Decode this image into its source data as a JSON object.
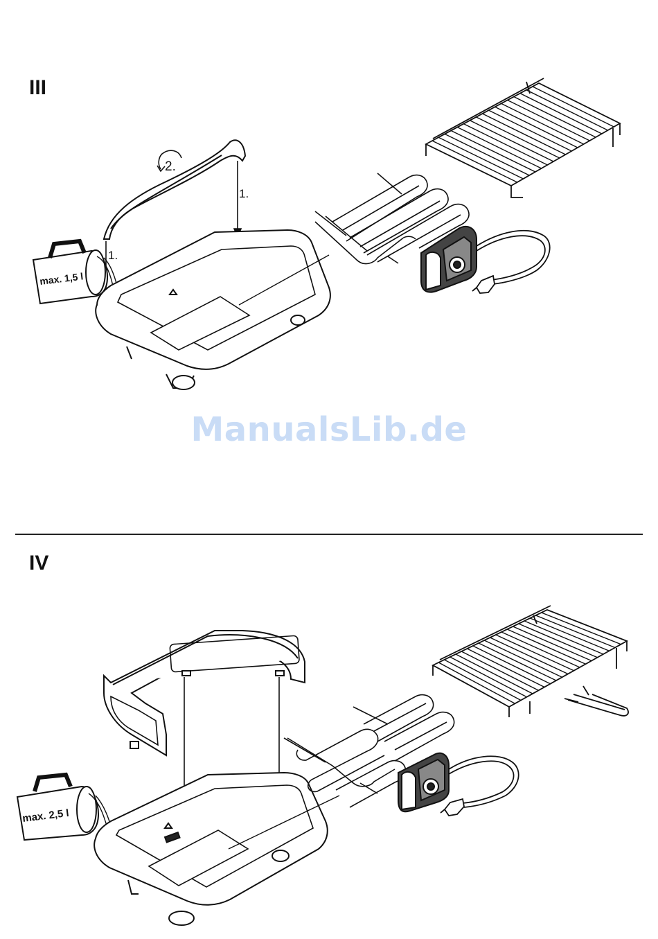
{
  "sections": [
    {
      "label": "III",
      "jug_label": "max. 1,5 l",
      "step_1": "1.",
      "step_2": "2."
    },
    {
      "label": "IV",
      "jug_label": "max. 2,5 l"
    }
  ],
  "watermark": "ManualsLib.de"
}
